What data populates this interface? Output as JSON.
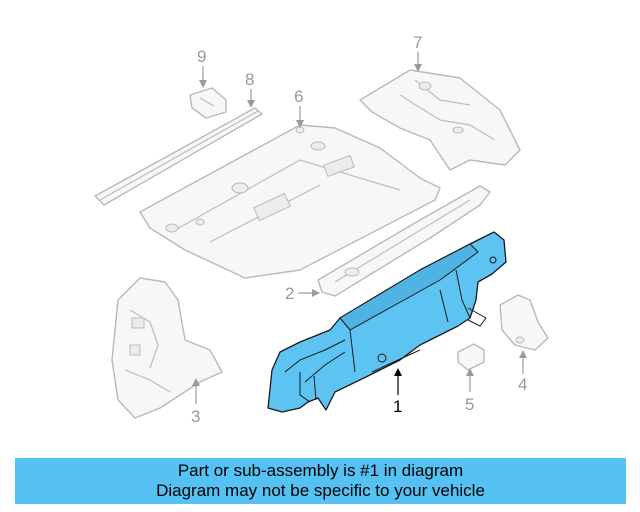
{
  "banner": {
    "line1": "Part or sub-assembly is #1 in diagram",
    "line2": "Diagram may not be specific to your vehicle"
  },
  "callouts": [
    {
      "id": "1",
      "label": "1",
      "highlighted": true
    },
    {
      "id": "2",
      "label": "2",
      "highlighted": false
    },
    {
      "id": "3",
      "label": "3",
      "highlighted": false
    },
    {
      "id": "4",
      "label": "4",
      "highlighted": false
    },
    {
      "id": "5",
      "label": "5",
      "highlighted": false
    },
    {
      "id": "6",
      "label": "6",
      "highlighted": false
    },
    {
      "id": "7",
      "label": "7",
      "highlighted": false
    },
    {
      "id": "8",
      "label": "8",
      "highlighted": false
    },
    {
      "id": "9",
      "label": "9",
      "highlighted": false
    }
  ],
  "colors": {
    "highlight_part": "#5cc3f2",
    "banner_background": "#55c2f3",
    "ghost_part_stroke": "#b9b9b9"
  }
}
